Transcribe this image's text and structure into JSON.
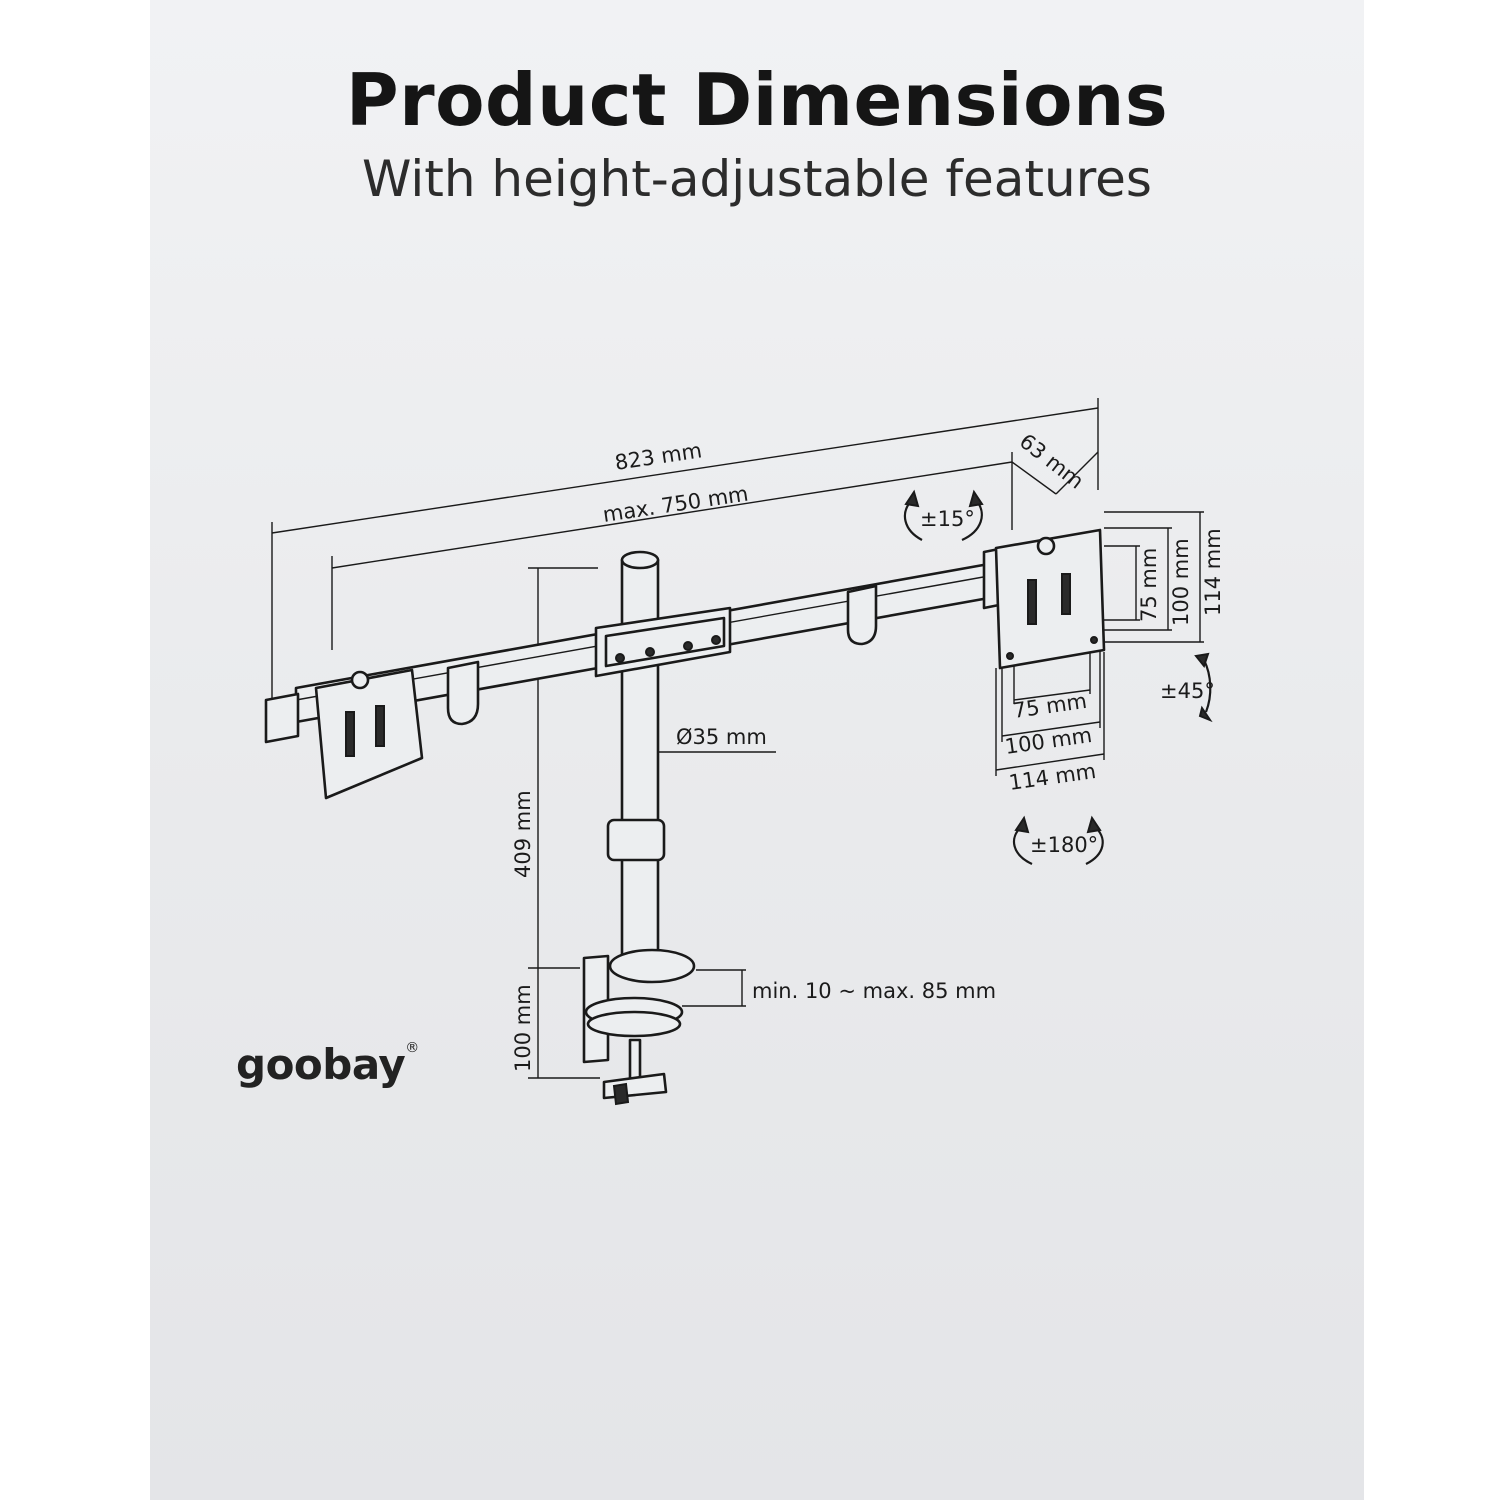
{
  "header": {
    "title": "Product Dimensions",
    "subtitle": "With height-adjustable features"
  },
  "dimensions": {
    "overall_width": "823 mm",
    "max_width": "max. 750 mm",
    "depth": "63 mm",
    "tilt": "±15°",
    "vesa_h_small": "75 mm",
    "vesa_h_medium": "100 mm",
    "vesa_h_plate": "114 mm",
    "vesa_v_small": "75 mm",
    "vesa_v_medium": "100 mm",
    "vesa_v_plate": "114 mm",
    "rotation": "±45°",
    "swivel": "±180°",
    "pole_diameter": "Ø35 mm",
    "pole_height": "409 mm",
    "clamp_height": "100 mm",
    "desk_thickness": "min. 10 ~ max. 85 mm"
  },
  "brand": {
    "logo_prefix": "g",
    "logo_oo": "oo",
    "logo_suffix": "bay",
    "registered": "®",
    "accent_color": "#c6d82e"
  }
}
